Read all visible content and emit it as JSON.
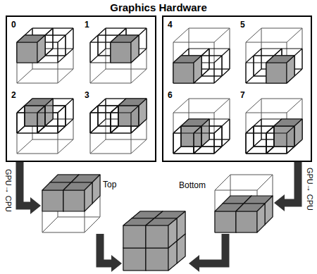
{
  "diagram": {
    "title": "Graphics Hardware",
    "nodes": [
      {
        "text": []
      },
      {
        "text": [
          "0"
        ],
        "in": 0
      },
      {
        "text": [
          "1"
        ],
        "in": 0
      },
      {
        "text": [
          "2"
        ],
        "in": 0
      },
      {
        "text": [
          "3"
        ],
        "in": 0
      },
      {
        "text": []
      },
      {
        "text": [
          "4"
        ],
        "in": 5
      },
      {
        "text": [
          "5"
        ],
        "in": 5
      },
      {
        "text": [
          "6"
        ],
        "in": 5
      },
      {
        "text": [
          "7"
        ],
        "in": 5
      },
      {
        "text": [
          "Top"
        ]
      },
      {
        "text": [
          "Bottom"
        ]
      },
      {
        "text": []
      }
    ],
    "edges": [
      {
        "from": 0,
        "to": 10,
        "arrow": "to",
        "label": "GPU→ CPU"
      },
      {
        "from": 5,
        "to": 11,
        "arrow": "to",
        "label": "GPU→ CPU"
      },
      {
        "from": 10,
        "to": 12,
        "arrow": "to"
      },
      {
        "from": 11,
        "to": 12,
        "arrow": "to"
      }
    ]
  }
}
